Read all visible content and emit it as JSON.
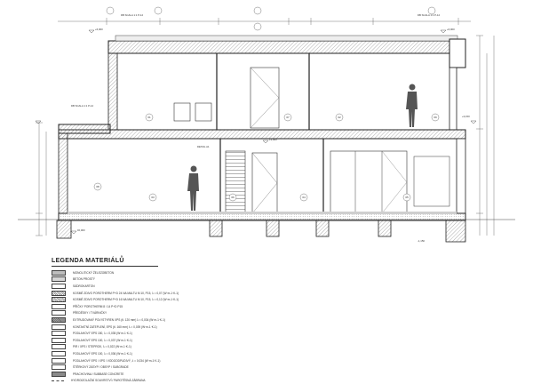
{
  "section_labels": {
    "left_upper": "DB SCALA 1:1 P-12",
    "right_upper": "DB SCALA 1:1 P-12",
    "left_middle": "DB SCALA 1:1 P-12",
    "stair": "DETAIL A1",
    "roof_left": "+6,000",
    "roof_right": "+6,000",
    "upper_floor": "+3,000",
    "ground_floor": "±0,000",
    "base": "-1,150",
    "terrace": "+3,150"
  },
  "room_markers": [
    "01",
    "02",
    "03",
    "04",
    "05",
    "06",
    "07",
    "08",
    "09"
  ],
  "legend": {
    "title": "LEGENDA MATERIÁLŮ",
    "items": [
      {
        "text": "MONOLITICKÝ ŽELEZOBETON",
        "color": "#bdbdbd",
        "pattern": "solid"
      },
      {
        "text": "BETON PROSTÝ",
        "color": "#d6d6d6",
        "pattern": "solid"
      },
      {
        "text": "SÁDROKARTON",
        "color": "#ffffff",
        "pattern": "plain"
      },
      {
        "text": "KOSMÉ ZDIVO POROTHERM P+D 24 NA MALTU M 10, P15, λ = 0,07 (W·m-1·K-1)",
        "color": "#ffffff",
        "pattern": "hatch"
      },
      {
        "text": "KOSMÉ ZDIVO POROTHERM P+D 16 NA MALTU M 10, P15, λ = 0,12 (W·m-1·K-1)",
        "color": "#ffffff",
        "pattern": "hatch"
      },
      {
        "text": "PŘÍČKY POROTHERM 8 / 14 P+D P15",
        "color": "#ffffff",
        "pattern": "plain"
      },
      {
        "text": "PŘEDĚSKY / TVÁRNIČKY",
        "color": "#ffffff",
        "pattern": "plain"
      },
      {
        "text": "EXTRUDOVANÝ POLYSTYREN XPS (tl. 120 mm) λ = 0,034 (W·m-1·K-1)",
        "color": "#9e9e9e",
        "pattern": "cross"
      },
      {
        "text": "KONTAKTNÍ ZATEPLENÍ, EPS (tl. 160 mm) λ = 0,039 (W·m-1·K-1)",
        "color": "#ffffff",
        "pattern": "plain"
      },
      {
        "text": "PODLAHOVÝ EPS 150, λ = 0,035 (W·m-1·K-1)",
        "color": "#ffffff",
        "pattern": "plain"
      },
      {
        "text": "PODLAHOVÝ EPS 100, λ = 0,037 (W·m-1·K-1)",
        "color": "#ffffff",
        "pattern": "plain"
      },
      {
        "text": "PIR / XPS / STEPROK, λ = 0,022 (W·m-1·K-1)",
        "color": "#ffffff",
        "pattern": "plain"
      },
      {
        "text": "PODLAHOVÝ EPS 100, λ = 0,036 (W·m-1·K-1)",
        "color": "#ffffff",
        "pattern": "plain"
      },
      {
        "text": "PODLAHOVÝ EPS / XPS / VODOODPUDIVÝ, λ = 0,034 (W·m-1·K-1)",
        "color": "#ffffff",
        "pattern": "plain"
      },
      {
        "text": "ŠTĚRKOVÝ ZÁSYP / OBSYP / SUBGRADE",
        "color": "#ffffff",
        "pattern": "plain"
      },
      {
        "text": "PRACHOVINA / SUBBASE CONCRETE",
        "color": "#8a8a8a",
        "pattern": "solid"
      },
      {
        "text": "HYDROIZOLAČNÍ SOUVRSTVÍ / PAROTĚSNÁ ZÁBRANA",
        "color": "#ffffff",
        "pattern": "line"
      }
    ]
  }
}
